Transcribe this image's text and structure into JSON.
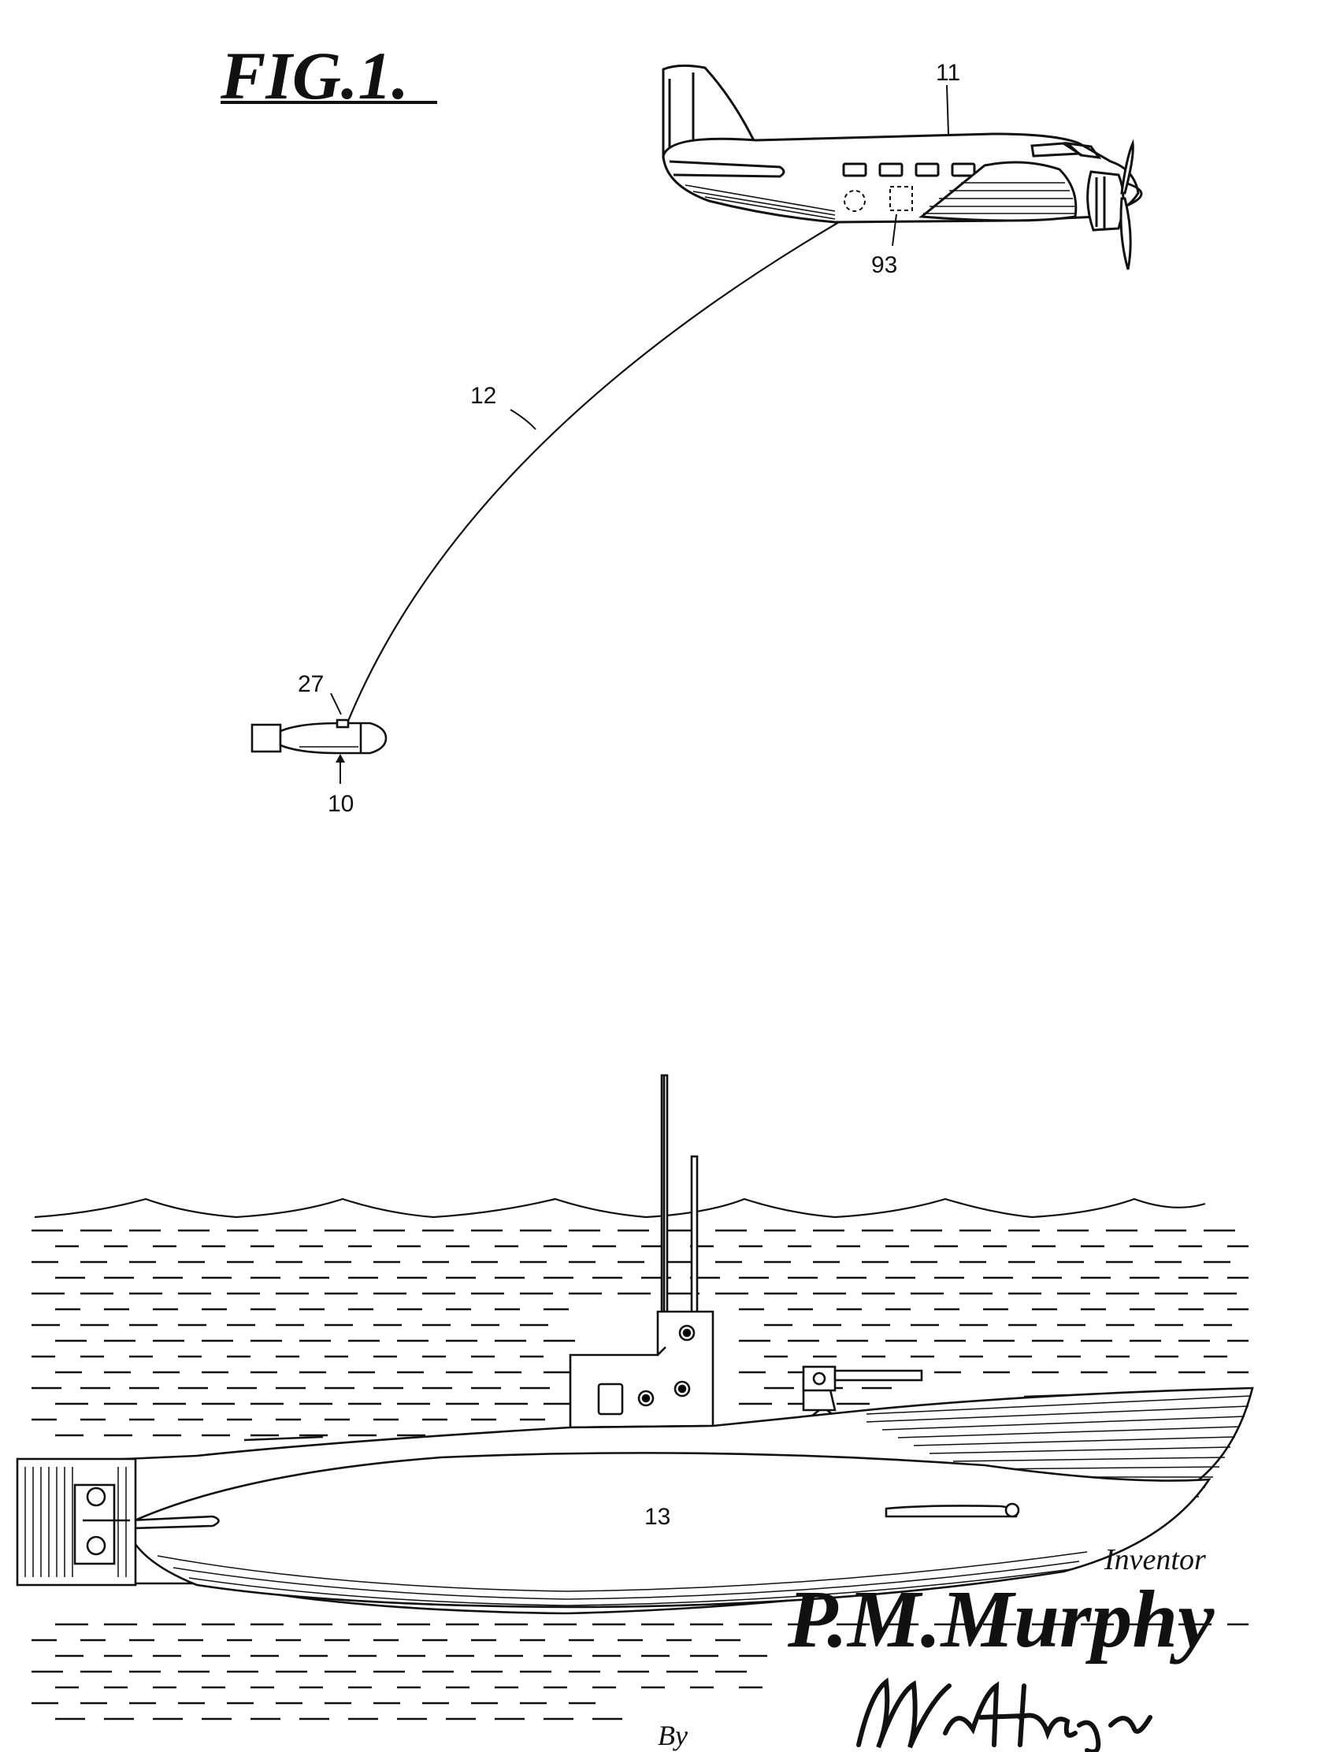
{
  "figure": {
    "title": "FIG.1."
  },
  "references": {
    "airplane": "11",
    "airplane_box": "93",
    "cable": "12",
    "torpedo_attachment": "27",
    "torpedo": "10",
    "submarine": "13"
  },
  "signature_block": {
    "inventor_label": "Inventor",
    "inventor_name": "P.M.Murphy",
    "by_label": "By",
    "attorney_signature": "M.A.Hayes"
  },
  "colors": {
    "ink": "#111111",
    "paper": "#ffffff"
  }
}
